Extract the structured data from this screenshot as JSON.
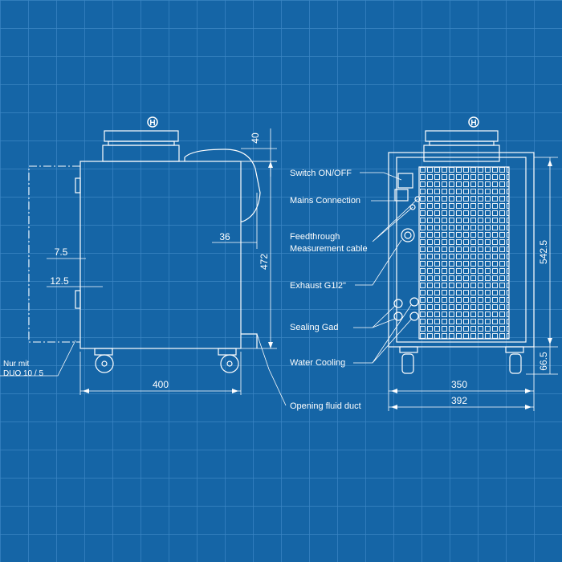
{
  "colors": {
    "background": "#1565a6",
    "grid": "#3b86c4",
    "line": "#ffffff"
  },
  "front_view": {
    "dimensions": {
      "d40": "40",
      "d36": "36",
      "d472": "472",
      "d7_5": "7.5",
      "d12_5": "12.5",
      "d400": "400"
    },
    "note_line1": "Nur mit",
    "note_line2": "DUO 10 / 5",
    "flange_marker": "H"
  },
  "side_view": {
    "dimensions": {
      "d542_5": "542.5",
      "d66_5": "66.5",
      "d350": "350",
      "d392": "392"
    },
    "flange_marker": "H"
  },
  "callouts": {
    "switch": "Switch ON/OFF",
    "mains": "Mains Connection",
    "feedthrough_1": "Feedthrough",
    "feedthrough_2": "Measurement cable",
    "exhaust": "Exhaust G1l2\"",
    "sealing": "Sealing Gad",
    "water": "Water Cooling",
    "fluid": "Opening fluid duct"
  }
}
